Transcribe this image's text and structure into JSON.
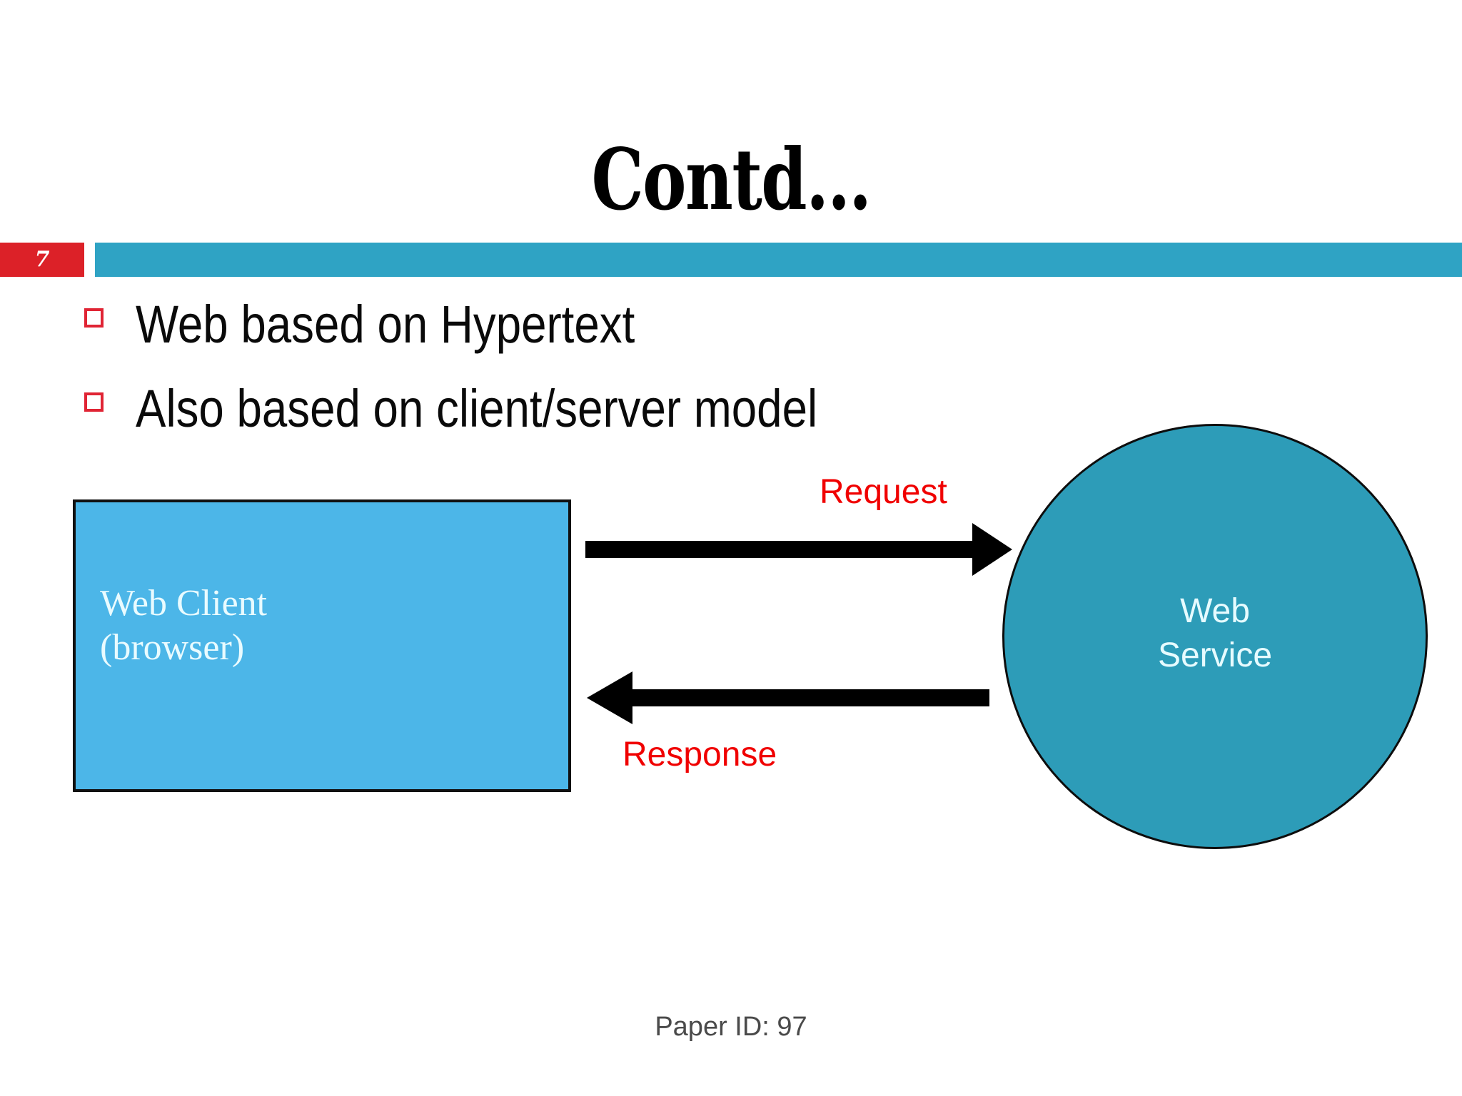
{
  "slide": {
    "title": "Contd…",
    "number": "7",
    "accent_bar_color": "#2fa3c4",
    "number_box_color": "#dc2128"
  },
  "bullets": [
    {
      "marker": "hollow-square",
      "text": "Web based on Hypertext"
    },
    {
      "marker": "hollow-square",
      "text": "Also based on client/server model"
    }
  ],
  "diagram": {
    "client": {
      "line1": "Web Client",
      "line2": "(browser)",
      "fill_color": "#4cb6e8",
      "text_color": "#e9fbff"
    },
    "service": {
      "line1": "Web",
      "line2": "Service",
      "fill_color": "#2d9cb8",
      "text_color": "#e6fbff"
    },
    "arrows": [
      {
        "label": "Request",
        "direction": "right",
        "color": "#f00000"
      },
      {
        "label": "Response",
        "direction": "left",
        "color": "#f00000"
      }
    ]
  },
  "footer": {
    "note": "Paper ID: 97"
  }
}
